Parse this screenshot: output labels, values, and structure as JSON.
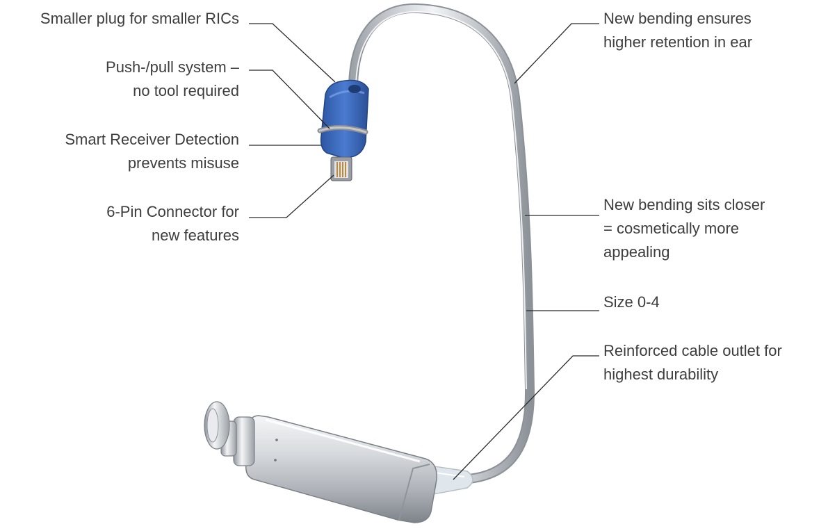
{
  "labels": {
    "smaller_plug": [
      "Smaller plug for smaller RICs"
    ],
    "push_pull": [
      "Push-/pull system –",
      "no tool required"
    ],
    "smart_receiver": [
      "Smart Receiver Detection",
      "prevents misuse"
    ],
    "six_pin": [
      "6-Pin Connector for",
      "new features"
    ],
    "new_bending_retention": [
      "New bending ensures",
      "higher retention in ear"
    ],
    "new_bending_closer": [
      "New bending sits closer",
      "= cosmetically more",
      "appealing"
    ],
    "size": [
      "Size 0-4"
    ],
    "reinforced_outlet": [
      "Reinforced cable outlet for",
      "highest durability"
    ]
  },
  "colors": {
    "connector_blue": "#3a67b8",
    "leader_line": "#2a2a2a",
    "text": "#3d3d3d",
    "metal": "#c9ccd1"
  }
}
